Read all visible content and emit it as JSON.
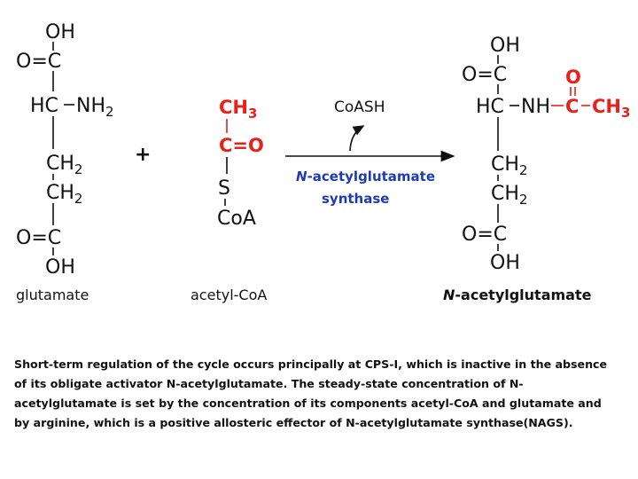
{
  "glutamate": {
    "oh_top": "OH",
    "o_carbonyl": "O=C",
    "hc": "HC",
    "nh": "NH",
    "nh_sub": "2",
    "ch_1": "CH",
    "ch_1_sub": "2",
    "ch_2": "CH",
    "ch_2_sub": "2",
    "o_carbonyl_bottom": "O=C",
    "oh_bottom": "OH",
    "label": "glutamate"
  },
  "plus_sign": "+",
  "acetyl_coa": {
    "ch3": "CH",
    "ch3_sub": "3",
    "co": "C=O",
    "s": "S",
    "coa": "CoA",
    "label": "acetyl-CoA"
  },
  "reaction": {
    "cofactor": "CoASH",
    "enzyme_line1_italic": "N",
    "enzyme_line1_rest": "-acetylglutamate",
    "enzyme_line2": "synthase"
  },
  "product": {
    "oh_top": "OH",
    "o_carbonyl": "O=C",
    "hc": "HC",
    "nh": "NH",
    "acetyl_o": "O",
    "acetyl_c": "C",
    "acetyl_ch3": "CH",
    "acetyl_ch3_sub": "3",
    "ch_1": "CH",
    "ch_1_sub": "2",
    "ch_2": "CH",
    "ch_2_sub": "2",
    "o_carbonyl_bottom": "O=C",
    "oh_bottom": "OH",
    "label_italic": "N",
    "label_rest": "-acetylglutamate"
  },
  "caption": "Short-term regulation of the cycle occurs principally at CPS-I, which is inactive in the absence of its obligate activator N-acetylglutamate. The steady-state concentration of N-acetylglutamate is set by the concentration of its components acetyl-CoA and glutamate and by arginine, which is a positive allosteric effector of N-acetylglutamate synthase(NAGS).",
  "colors": {
    "acetyl_red": "#e8211a",
    "enzyme_blue": "#1f3bb3",
    "text": "#111111"
  }
}
